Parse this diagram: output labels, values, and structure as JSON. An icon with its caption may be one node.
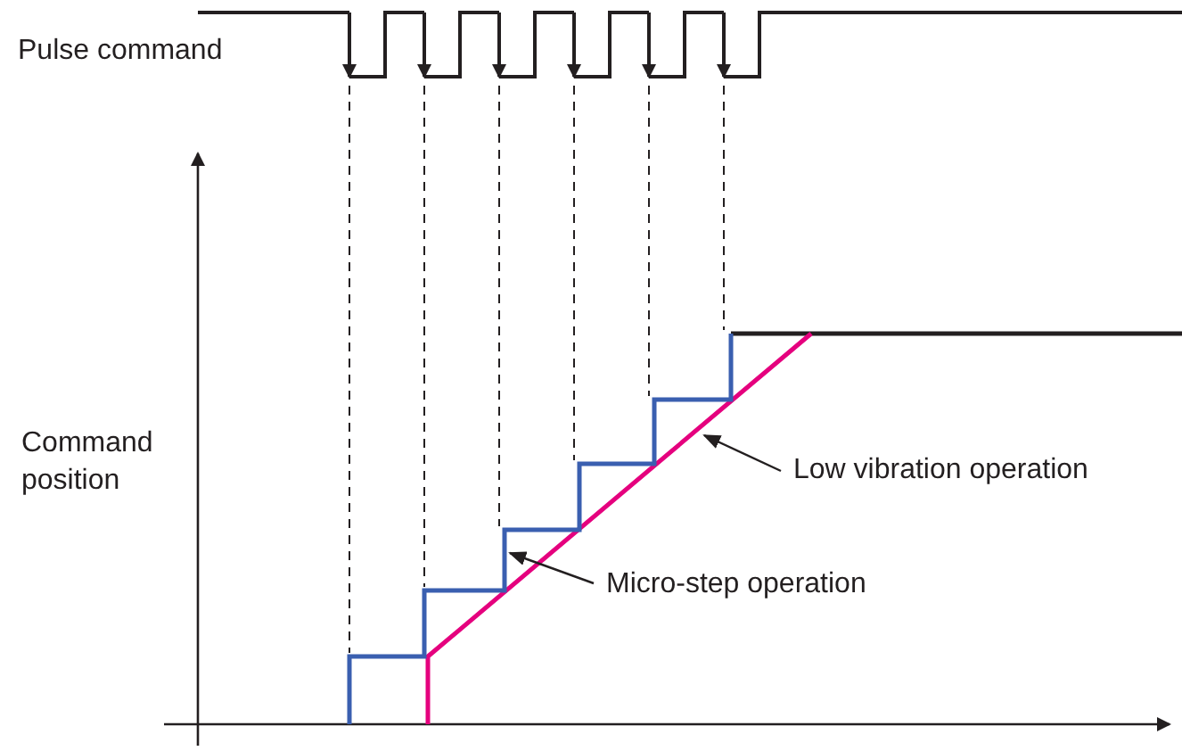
{
  "diagram": {
    "nodes": [
      {
        "text": [
          "Low vibration operation"
        ]
      },
      {
        "text": [
          "Micro-step operation"
        ]
      },
      {
        "text": [],
        "shape": "line"
      },
      {
        "text": [],
        "shape": "line"
      }
    ],
    "edges": [
      {
        "from": 0,
        "to": 2,
        "arrow": "to"
      },
      {
        "from": 1,
        "to": 3,
        "arrow": "to"
      }
    ],
    "labels": [
      "Pulse command",
      "Command position"
    ]
  }
}
